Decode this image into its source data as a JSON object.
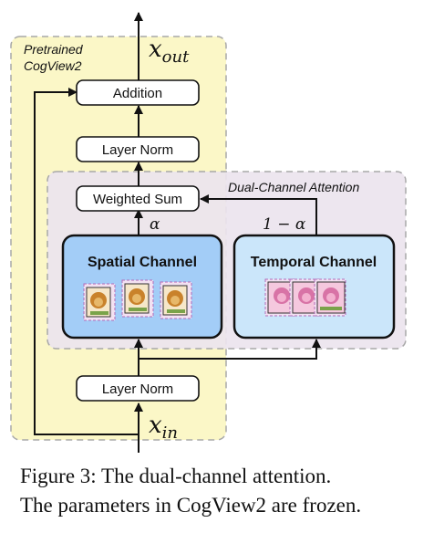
{
  "pretrained": {
    "line1": "Pretrained",
    "line2": "CogView2"
  },
  "dual_channel_label": "Dual-Channel Attention",
  "nodes": {
    "addition": "Addition",
    "layer_norm_top": "Layer Norm",
    "weighted_sum": "Weighted Sum",
    "layer_norm_bottom": "Layer Norm",
    "spatial": "Spatial Channel",
    "temporal": "Temporal Channel"
  },
  "math": {
    "x_out": "x",
    "x_out_sub": "out",
    "x_in": "x",
    "x_in_sub": "in",
    "alpha": "α",
    "one_minus_alpha": "1 − α"
  },
  "caption": {
    "line1": "Figure 3:  The dual-channel attention.",
    "line2": "The parameters in CogView2 are frozen."
  },
  "colors": {
    "pretrained_bg": "#fbf7c7",
    "dual_bg": "#ebe4ee",
    "spatial_fill": "#a3cdf7",
    "temporal_fill": "#cbe6fa"
  }
}
